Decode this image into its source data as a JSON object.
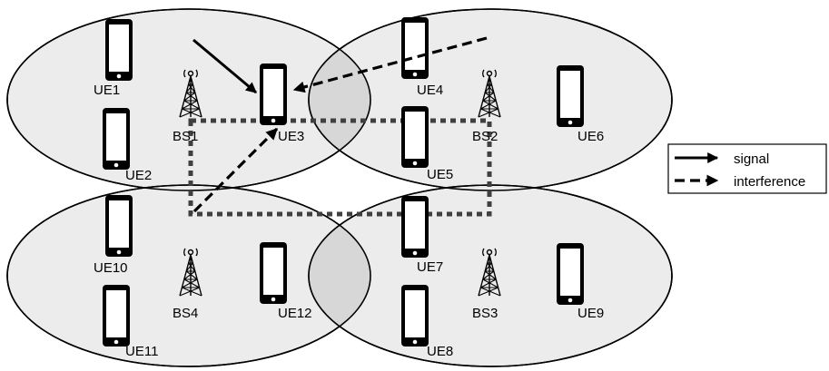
{
  "colors": {
    "cell_fill": "#ececec",
    "overlap_fill": "#d7d7d7",
    "stroke": "#000000",
    "backhaul": "#404040"
  },
  "legend": {
    "signal_label": "signal",
    "interference_label": "interference"
  },
  "base_stations": {
    "bs1": "BS1",
    "bs2": "BS2",
    "bs3": "BS3",
    "bs4": "BS4"
  },
  "user_equipment": {
    "ue1": "UE1",
    "ue2": "UE2",
    "ue3": "UE3",
    "ue4": "UE4",
    "ue5": "UE5",
    "ue6": "UE6",
    "ue7": "UE7",
    "ue8": "UE8",
    "ue9": "UE9",
    "ue10": "UE10",
    "ue11": "UE11",
    "ue12": "UE12"
  },
  "icons": {
    "base_station": "cell-tower-icon",
    "user_equipment": "smartphone-icon"
  }
}
